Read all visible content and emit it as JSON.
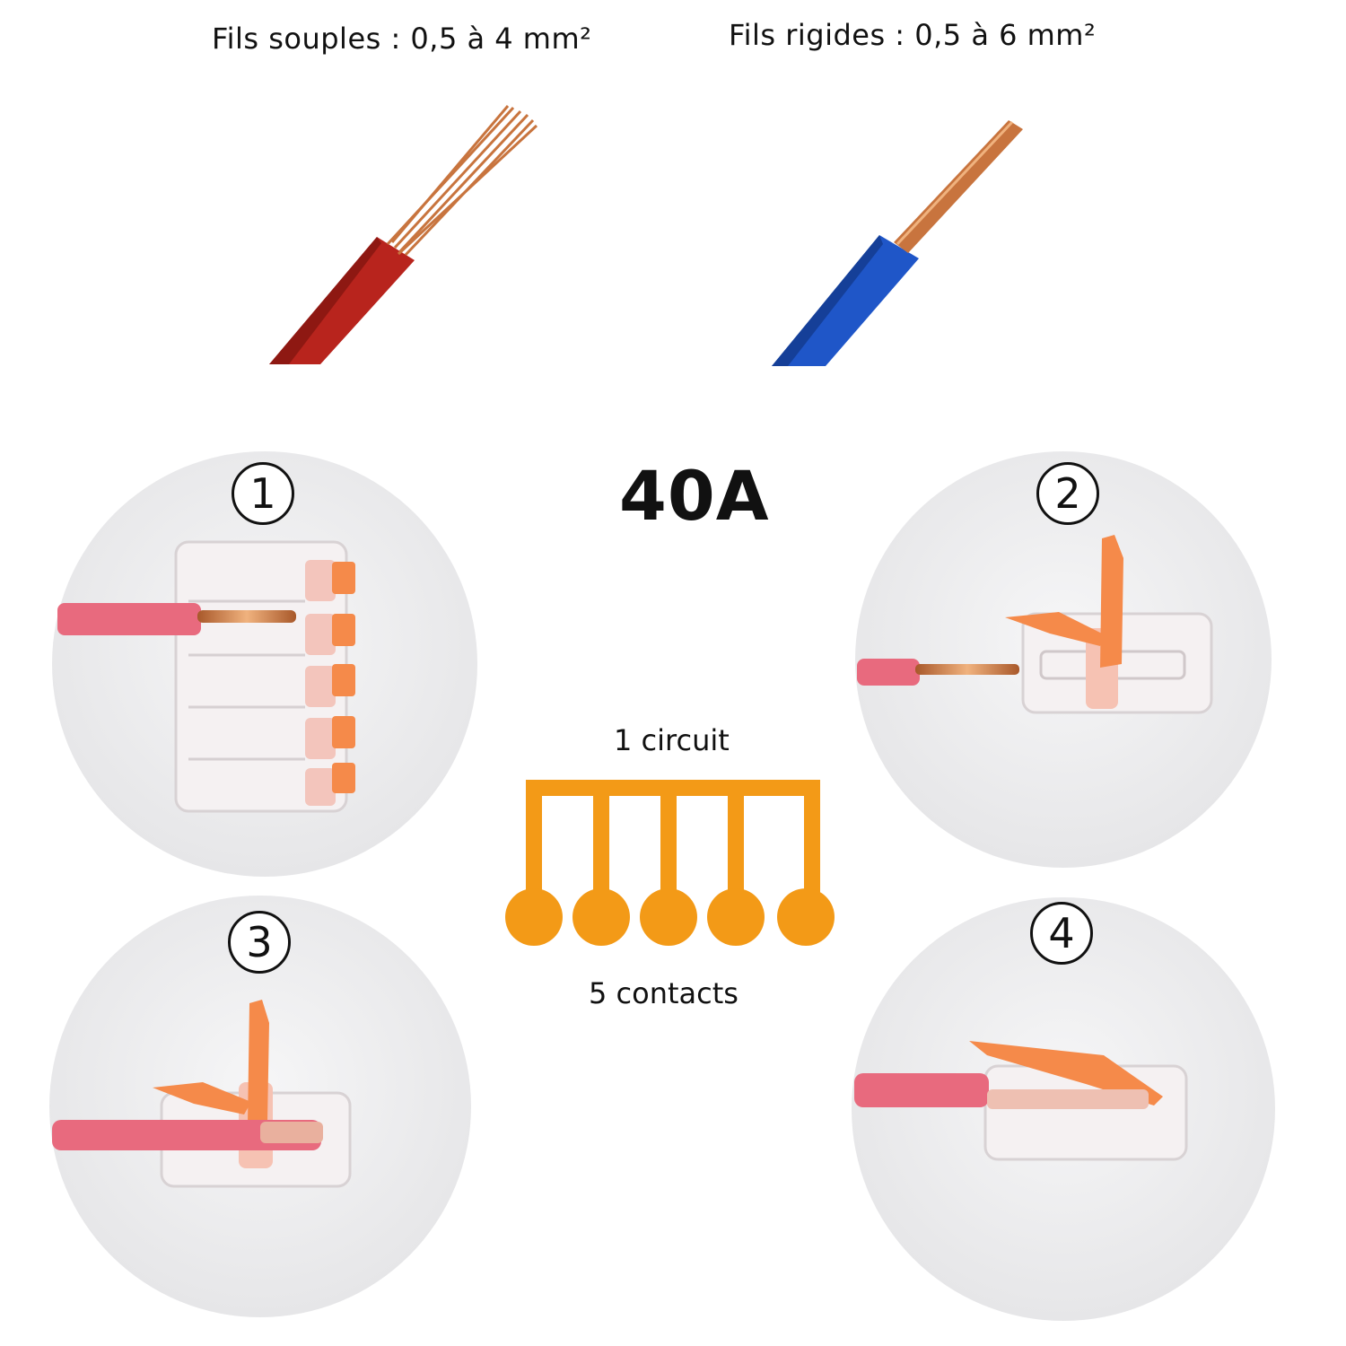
{
  "wires": {
    "flexible_label": "Fils souples : 0,5 à 4 mm²",
    "rigid_label": "Fils rigides : 0,5 à 6 mm²",
    "flexible_color": "#b8241d",
    "rigid_color": "#1f56c8",
    "copper_color": "#c8743e"
  },
  "rating": "40A",
  "diagram": {
    "circuit_label": "1 circuit",
    "contacts_label": "5 contacts",
    "contact_count": 5,
    "color": "#f39a17"
  },
  "steps": [
    "1",
    "2",
    "3",
    "4"
  ],
  "colors": {
    "lever_orange": "#f58a4a",
    "wire_pink": "#e86a7e",
    "panel_grey": "#ececee"
  }
}
